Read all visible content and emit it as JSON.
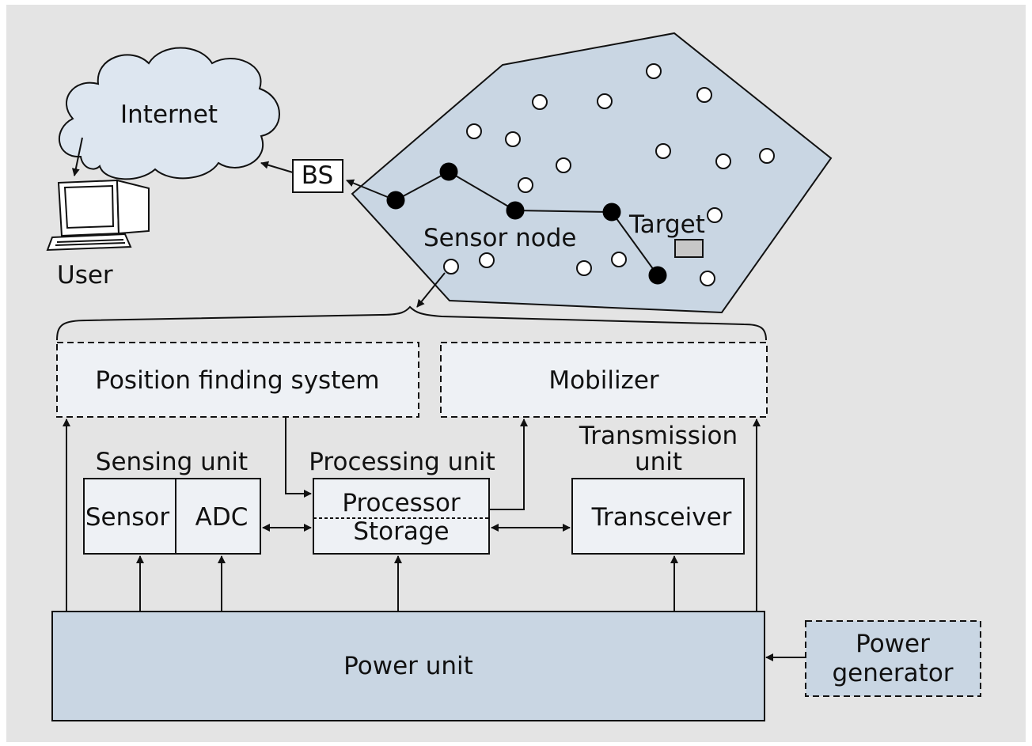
{
  "colors": {
    "background": "#e4e4e4",
    "network_fill": "#c9d6e3",
    "box_fill": "#eef1f5",
    "power_fill": "#c9d6e3",
    "cloud_fill": "#dde6f0",
    "stroke": "#111111"
  },
  "network": {
    "internet_label": "Internet",
    "user_label": "User",
    "base_station_label": "BS",
    "sensor_node_label": "Sensor node",
    "target_label": "Target"
  },
  "node_architecture": {
    "position_finding_label": "Position finding system",
    "mobilizer_label": "Mobilizer",
    "sensing_unit_label": "Sensing unit",
    "sensor_label": "Sensor",
    "adc_label": "ADC",
    "processing_unit_label": "Processing unit",
    "processor_label": "Processor",
    "storage_label": "Storage",
    "transmission_unit_label_line1": "Transmission",
    "transmission_unit_label_line2": "unit",
    "transceiver_label": "Transceiver",
    "power_unit_label": "Power unit",
    "power_generator_label_line1": "Power",
    "power_generator_label_line2": "generator"
  },
  "icons": [
    "cloud-icon",
    "computer-icon",
    "sensor-node-icon",
    "target-icon"
  ]
}
